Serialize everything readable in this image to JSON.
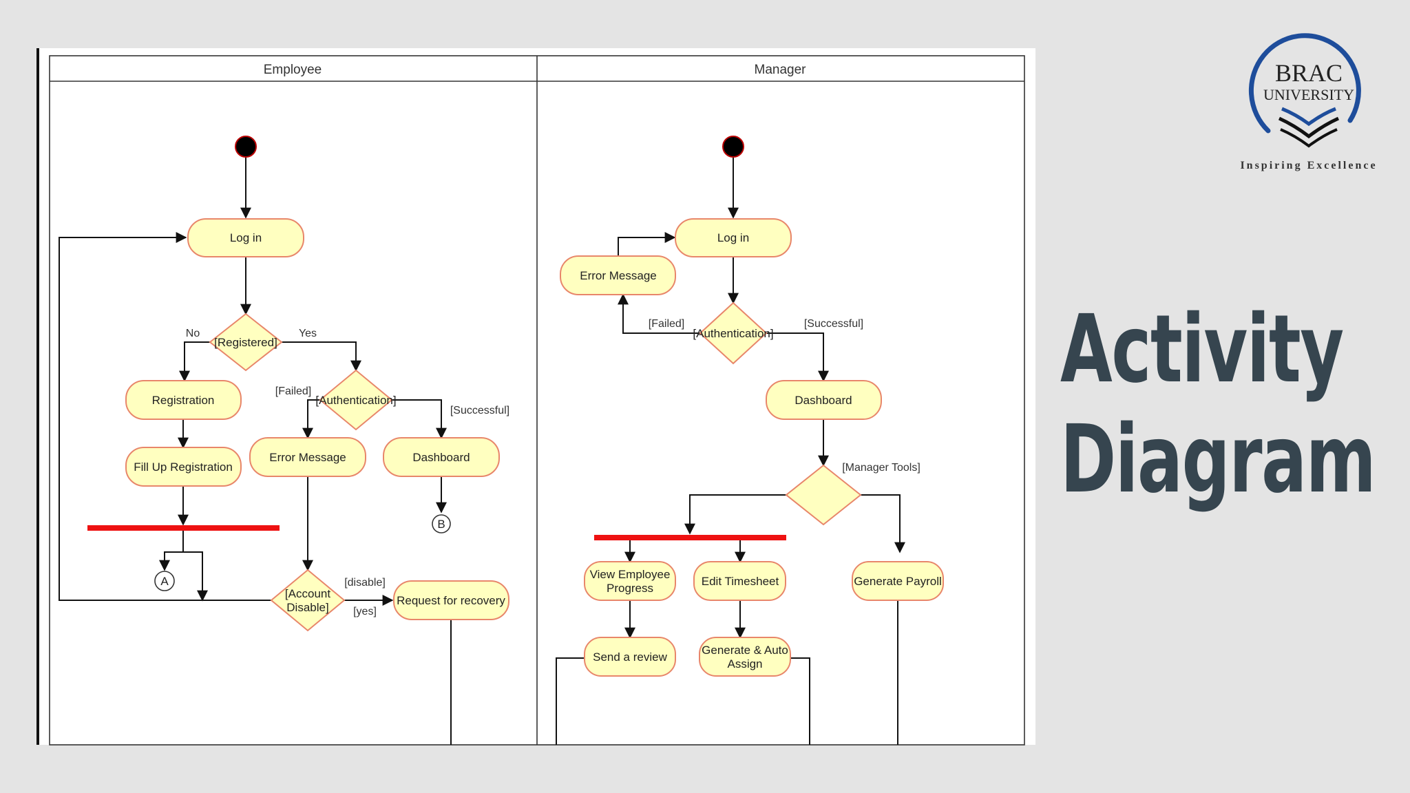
{
  "slide": {
    "title_line1": "Activity",
    "title_line2": "Diagram"
  },
  "logo": {
    "name_line1": "BRAC",
    "name_line2": "UNIVERSITY",
    "tagline": "Inspiring Excellence"
  },
  "lanes": {
    "employee": "Employee",
    "manager": "Manager"
  },
  "employee": {
    "login": "Log in",
    "registered": "[Registered]",
    "no": "No",
    "yes": "Yes",
    "registration": "Registration",
    "fill_up": "Fill Up Registration",
    "failed": "[Failed]",
    "authentication": "[Authentication]",
    "successful": "[Successful]",
    "error_message": "Error Message",
    "dashboard": "Dashboard",
    "connector_a": "A",
    "connector_b": "B",
    "account_disable_1": "[Account",
    "account_disable_2": "Disable]",
    "disable": "[disable]",
    "yes_guard": "[yes]",
    "request_recovery": "Request for recovery"
  },
  "manager": {
    "login": "Log in",
    "error_message": "Error Message",
    "failed": "[Failed]",
    "authentication": "[Authentication]",
    "successful": "[Successful]",
    "dashboard": "Dashboard",
    "manager_tools": "[Manager Tools]",
    "view_progress_1": "View Employee",
    "view_progress_2": "Progress",
    "edit_timesheet": "Edit Timesheet",
    "generate_payroll": "Generate Payroll",
    "send_review": "Send a review",
    "generate_assign_1": "Generate & Auto",
    "generate_assign_2": "Assign"
  },
  "colors": {
    "activity_fill": "#ffffc0",
    "activity_stroke": "#e8866a",
    "fork_bar": "#ee1111",
    "title": "#36454f",
    "logo_blue": "#1e4d9b"
  }
}
